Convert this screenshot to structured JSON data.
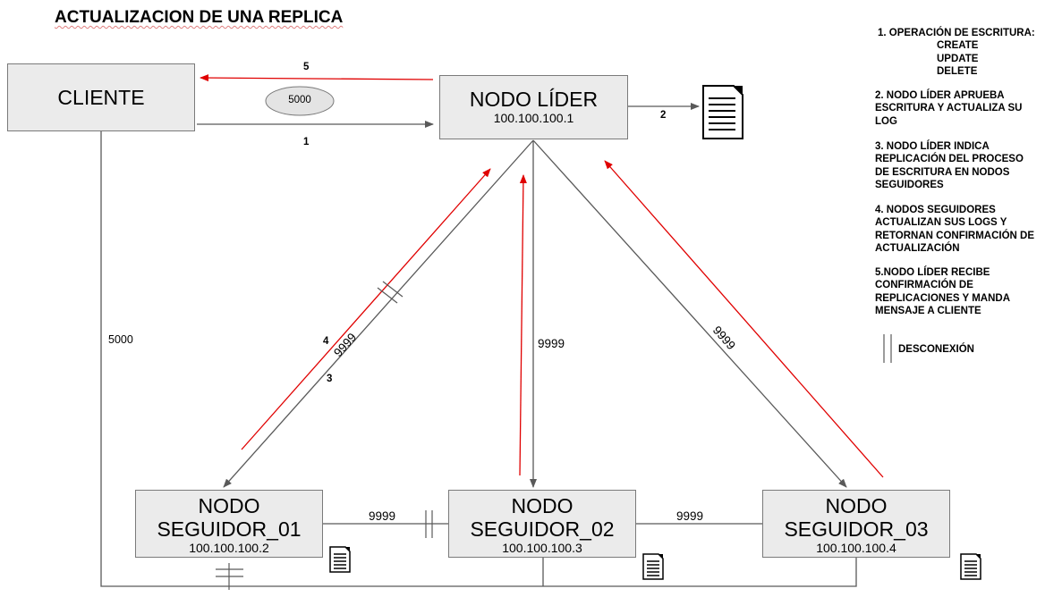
{
  "title": "ACTUALIZACION DE UNA REPLICA",
  "nodes": {
    "cliente": {
      "name": "CLIENTE"
    },
    "lider": {
      "name": "NODO LÍDER",
      "ip": "100.100.100.1"
    },
    "seguidor_01": {
      "name_line1": "NODO",
      "name_line2": "SEGUIDOR_01",
      "ip": "100.100.100.2"
    },
    "seguidor_02": {
      "name_line1": "NODO",
      "name_line2": "SEGUIDOR_02",
      "ip": "100.100.100.3"
    },
    "seguidor_03": {
      "name_line1": "NODO",
      "name_line2": "SEGUIDOR_03",
      "ip": "100.100.100.4"
    }
  },
  "port_badge": "5000",
  "connection_labels": {
    "cliente_port": "5000",
    "lider_seg01": "9999",
    "lider_seg02": "9999",
    "lider_seg03": "9999",
    "seg01_seg02": "9999",
    "seg02_seg03": "9999"
  },
  "step_labels": {
    "s1": "1",
    "s2": "2",
    "s3": "3",
    "s4": "4",
    "s5": "5"
  },
  "notes": {
    "n1_title": "1. OPERACIÓN DE ESCRITURA:",
    "n1_ops": [
      "CREATE",
      "UPDATE",
      "DELETE"
    ],
    "n2": [
      "2. NODO LÍDER APRUEBA",
      "ESCRITURA Y ACTUALIZA SU",
      "LOG"
    ],
    "n3": [
      "3. NODO LÍDER INDICA",
      "REPLICACIÓN DEL PROCESO",
      "DE ESCRITURA EN NODOS",
      "SEGUIDORES"
    ],
    "n4": [
      "4. NODOS SEGUIDORES",
      "ACTUALIZAN SUS LOGS Y",
      "RETORNAN CONFIRMACIÓN DE",
      "ACTUALIZACIÓN"
    ],
    "n5": [
      "5.NODO LÍDER RECIBE",
      "CONFIRMACIÓN DE",
      "REPLICACIONES Y MANDA",
      "MENSAJE A CLIENTE"
    ]
  },
  "legend": {
    "disconnection": "DESCONEXIÓN"
  },
  "icons": {
    "log_document_large": "document-icon",
    "log_document_small": "document-icon",
    "disconnect_marker": "double-bar-icon"
  },
  "colors": {
    "request_line": "#595959",
    "response_line": "#e00000",
    "box_fill": "#ebebeb"
  }
}
